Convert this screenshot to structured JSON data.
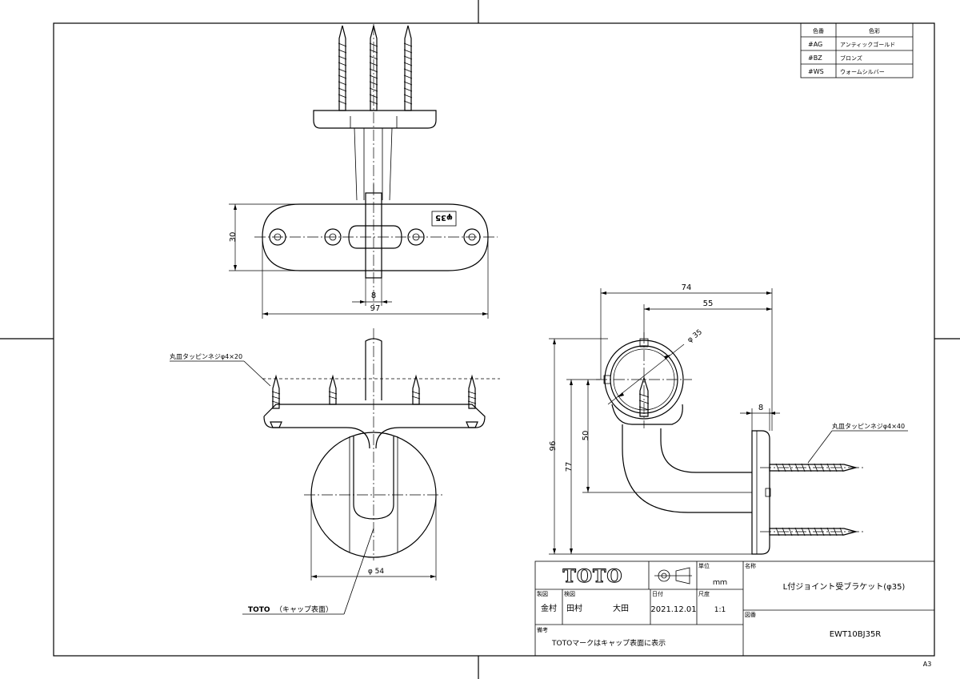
{
  "color_table": {
    "header_code": "色番",
    "header_color": "色彩",
    "rows": [
      {
        "code": "#AG",
        "name": "アンティックゴールド"
      },
      {
        "code": "#BZ",
        "name": "ブロンズ"
      },
      {
        "code": "#WS",
        "name": "ウォームシルバー"
      }
    ]
  },
  "dimensions": {
    "top_height": "30",
    "top_bar": "8",
    "top_width": "97",
    "side_74": "74",
    "side_55": "55",
    "side_phi35": "φ 35",
    "side_96": "96",
    "side_77": "77",
    "side_50": "50",
    "side_8": "8",
    "front_phi54": "φ 54"
  },
  "labels": {
    "phi35_mark": "φ35",
    "screw_front": "丸皿タッピンネジφ4×20",
    "screw_side": "丸皿タッピンネジφ4×40",
    "cap_note_logo": "TOTO",
    "cap_note_text": "（キャップ表面）"
  },
  "title_block": {
    "logo": "TOTO",
    "unit_label": "単位",
    "unit_value": "ｍｍ",
    "name_label": "名称",
    "name_value": "L付ジョイント受ブラケット(φ35)",
    "drafter_label": "製図",
    "drafter_value": "金村",
    "checker_label": "検図",
    "checker_value": "田村",
    "approver_value": "大田",
    "date_label": "日付",
    "date_value": "2021.12.01",
    "scale_label": "尺度",
    "scale_value": "1:1",
    "drawing_no_label": "図番",
    "drawing_no_value": "EWT10BJ35R",
    "remarks_label": "備考",
    "remarks_value": "TOTOマークはキャップ表面に表示"
  },
  "sheet_size": "A3"
}
